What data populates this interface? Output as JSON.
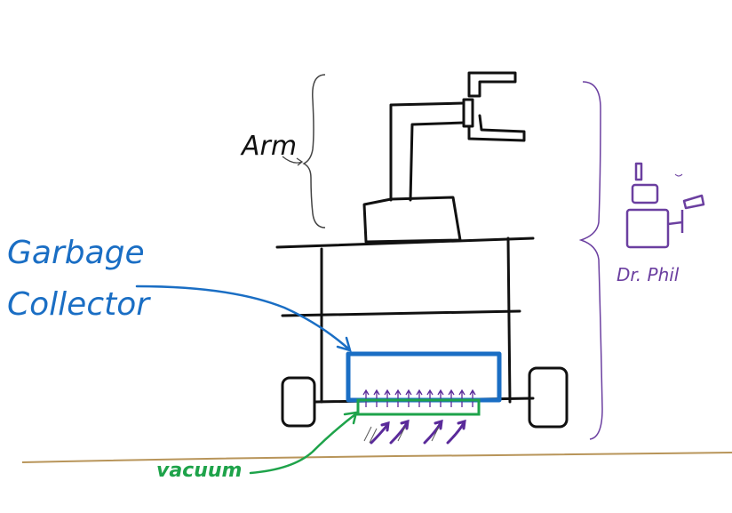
{
  "labels": {
    "arm": "Arm",
    "garbage_line1": "Garbage",
    "garbage_line2": "Collector",
    "vacuum": "vacuum",
    "dr_phil": "Dr. Phil"
  },
  "colors": {
    "ink": "#111111",
    "garbage_collector": "#1a6ec4",
    "vacuum": "#1ea34a",
    "airflow": "#5a2a9a",
    "dr_phil": "#6b3fa0",
    "ground": "#b8955a",
    "brace": "#444444"
  }
}
